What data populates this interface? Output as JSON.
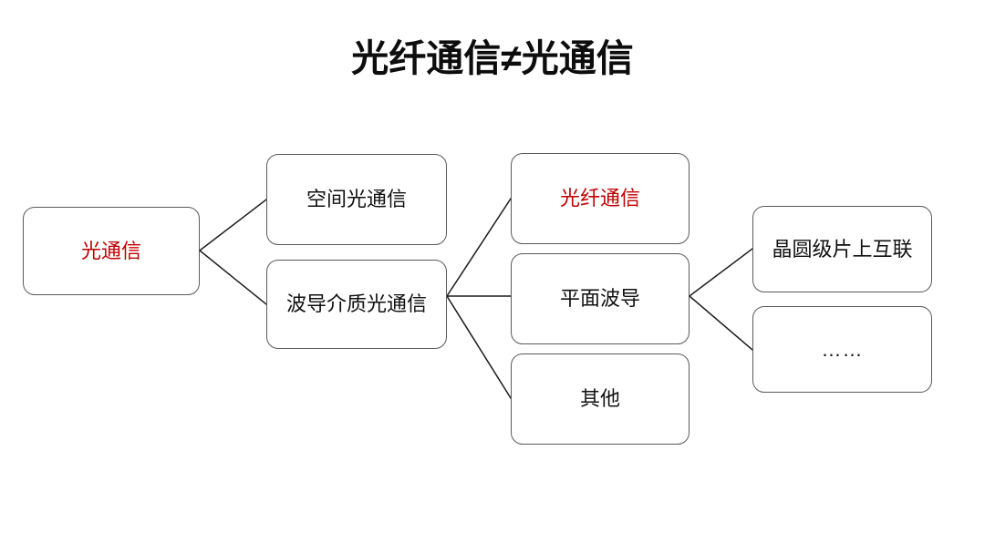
{
  "slide": {
    "title": "光纤通信≠光通信",
    "background_color": "#ffffff",
    "accent_color": "#c00000",
    "text_color": "#111111",
    "border_color": "#5a5a5a"
  },
  "diagram": {
    "type": "tree",
    "nodes": [
      {
        "id": "root",
        "label": "光通信",
        "color": "accent",
        "level": 1
      },
      {
        "id": "free-space",
        "label": "空间光通信",
        "color": "default",
        "level": 2
      },
      {
        "id": "waveguide",
        "label": "波导介质光通信",
        "color": "default",
        "level": 2
      },
      {
        "id": "fiber",
        "label": "光纤通信",
        "color": "accent",
        "level": 3
      },
      {
        "id": "planar",
        "label": "平面波导",
        "color": "default",
        "level": 3
      },
      {
        "id": "other",
        "label": "其他",
        "color": "default",
        "level": 3
      },
      {
        "id": "wafer",
        "label": "晶圆级片上互联",
        "color": "default",
        "level": 4
      },
      {
        "id": "etc",
        "label": "……",
        "color": "default",
        "level": 4
      }
    ],
    "edges": [
      {
        "from": "root",
        "to": "free-space"
      },
      {
        "from": "root",
        "to": "waveguide"
      },
      {
        "from": "waveguide",
        "to": "fiber"
      },
      {
        "from": "waveguide",
        "to": "planar"
      },
      {
        "from": "waveguide",
        "to": "other"
      },
      {
        "from": "planar",
        "to": "wafer"
      },
      {
        "from": "planar",
        "to": "etc"
      }
    ]
  }
}
